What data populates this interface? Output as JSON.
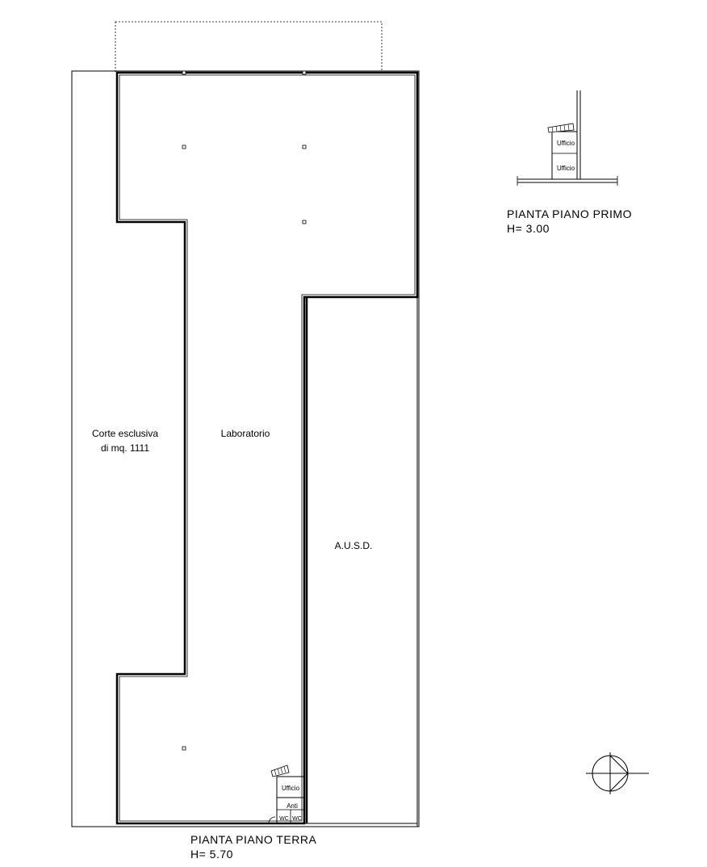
{
  "ground_floor": {
    "title": "PIANTA PIANO TERRA",
    "height": "H= 5.70",
    "rooms": {
      "courtyard_line1": "Corte esclusiva",
      "courtyard_line2": "di mq. 1111",
      "laboratory": "Laboratorio",
      "ausd": "A.U.S.D.",
      "office": "Ufficio",
      "anti": "Anti",
      "wc1": "WC",
      "wc2": "WC"
    }
  },
  "first_floor": {
    "title": "PIANTA PIANO PRIMO",
    "height": "H= 3.00",
    "rooms": {
      "office_top": "Ufficio",
      "office_bottom": "Ufficio"
    }
  },
  "north_arrow": {
    "icon": "north-arrow-icon"
  }
}
